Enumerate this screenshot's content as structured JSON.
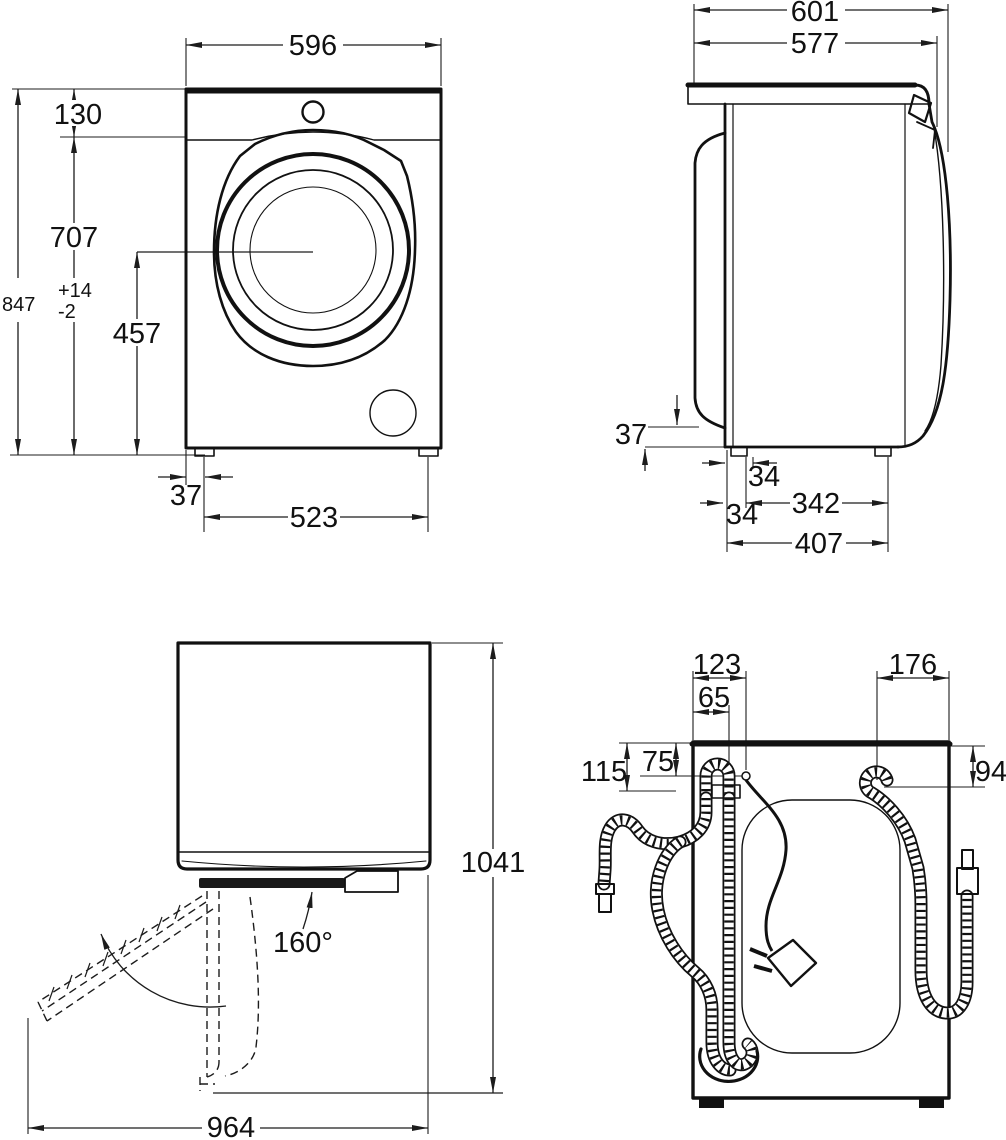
{
  "front_view": {
    "width": "596",
    "height": "847",
    "height_tol_plus": "+14",
    "height_tol_minus": "-2",
    "top_panel_height": "130",
    "body_height": "707",
    "door_center_height": "457",
    "foot_edge_offset": "37",
    "foot_spacing": "523"
  },
  "side_view": {
    "depth_with_door": "601",
    "depth_body": "577",
    "rear_gap": "37",
    "rear_foot_offset": "34",
    "foot_spacing": "342",
    "rear_panel_offset": "34",
    "foot_span": "407"
  },
  "top_view": {
    "door_opening_angle": "160°",
    "depth_door_open": "1041",
    "width_door_open": "964"
  },
  "rear_view": {
    "drain_outlet_offset": "123",
    "drain_hose_offset": "65",
    "inlet_hose_offset": "176",
    "drain_clip_depth": "115",
    "cord_outlet_depth": "75",
    "inlet_depth": "94"
  }
}
